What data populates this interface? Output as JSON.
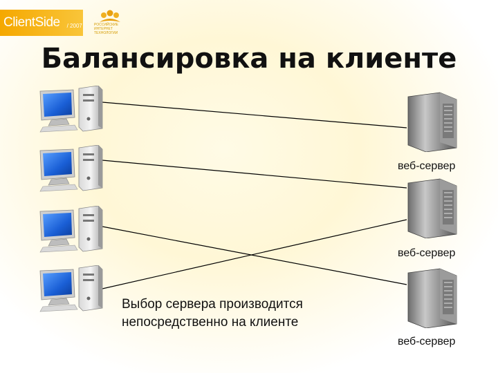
{
  "header": {
    "brand": "ClientSide",
    "year": "/ 2007",
    "partner_logo": [
      "РОССИЙСКИЕ",
      "ИНТЕРНЕТ",
      "ТЕХНОЛОГИИ"
    ]
  },
  "slide": {
    "title": "Балансировка на клиенте",
    "note_line1": "Выбор сервера производится",
    "note_line2": "непосредственно на клиенте"
  },
  "servers": [
    {
      "label": "веб-сервер"
    },
    {
      "label": "веб-сервер"
    },
    {
      "label": "веб-сервер"
    }
  ],
  "clients": [
    {
      "icon": "desktop-computer-icon"
    },
    {
      "icon": "desktop-computer-icon"
    },
    {
      "icon": "desktop-computer-icon"
    },
    {
      "icon": "desktop-computer-icon"
    }
  ],
  "colors": {
    "logo_bar": "#f5a800",
    "screen_blue": "#1a5fd6"
  }
}
